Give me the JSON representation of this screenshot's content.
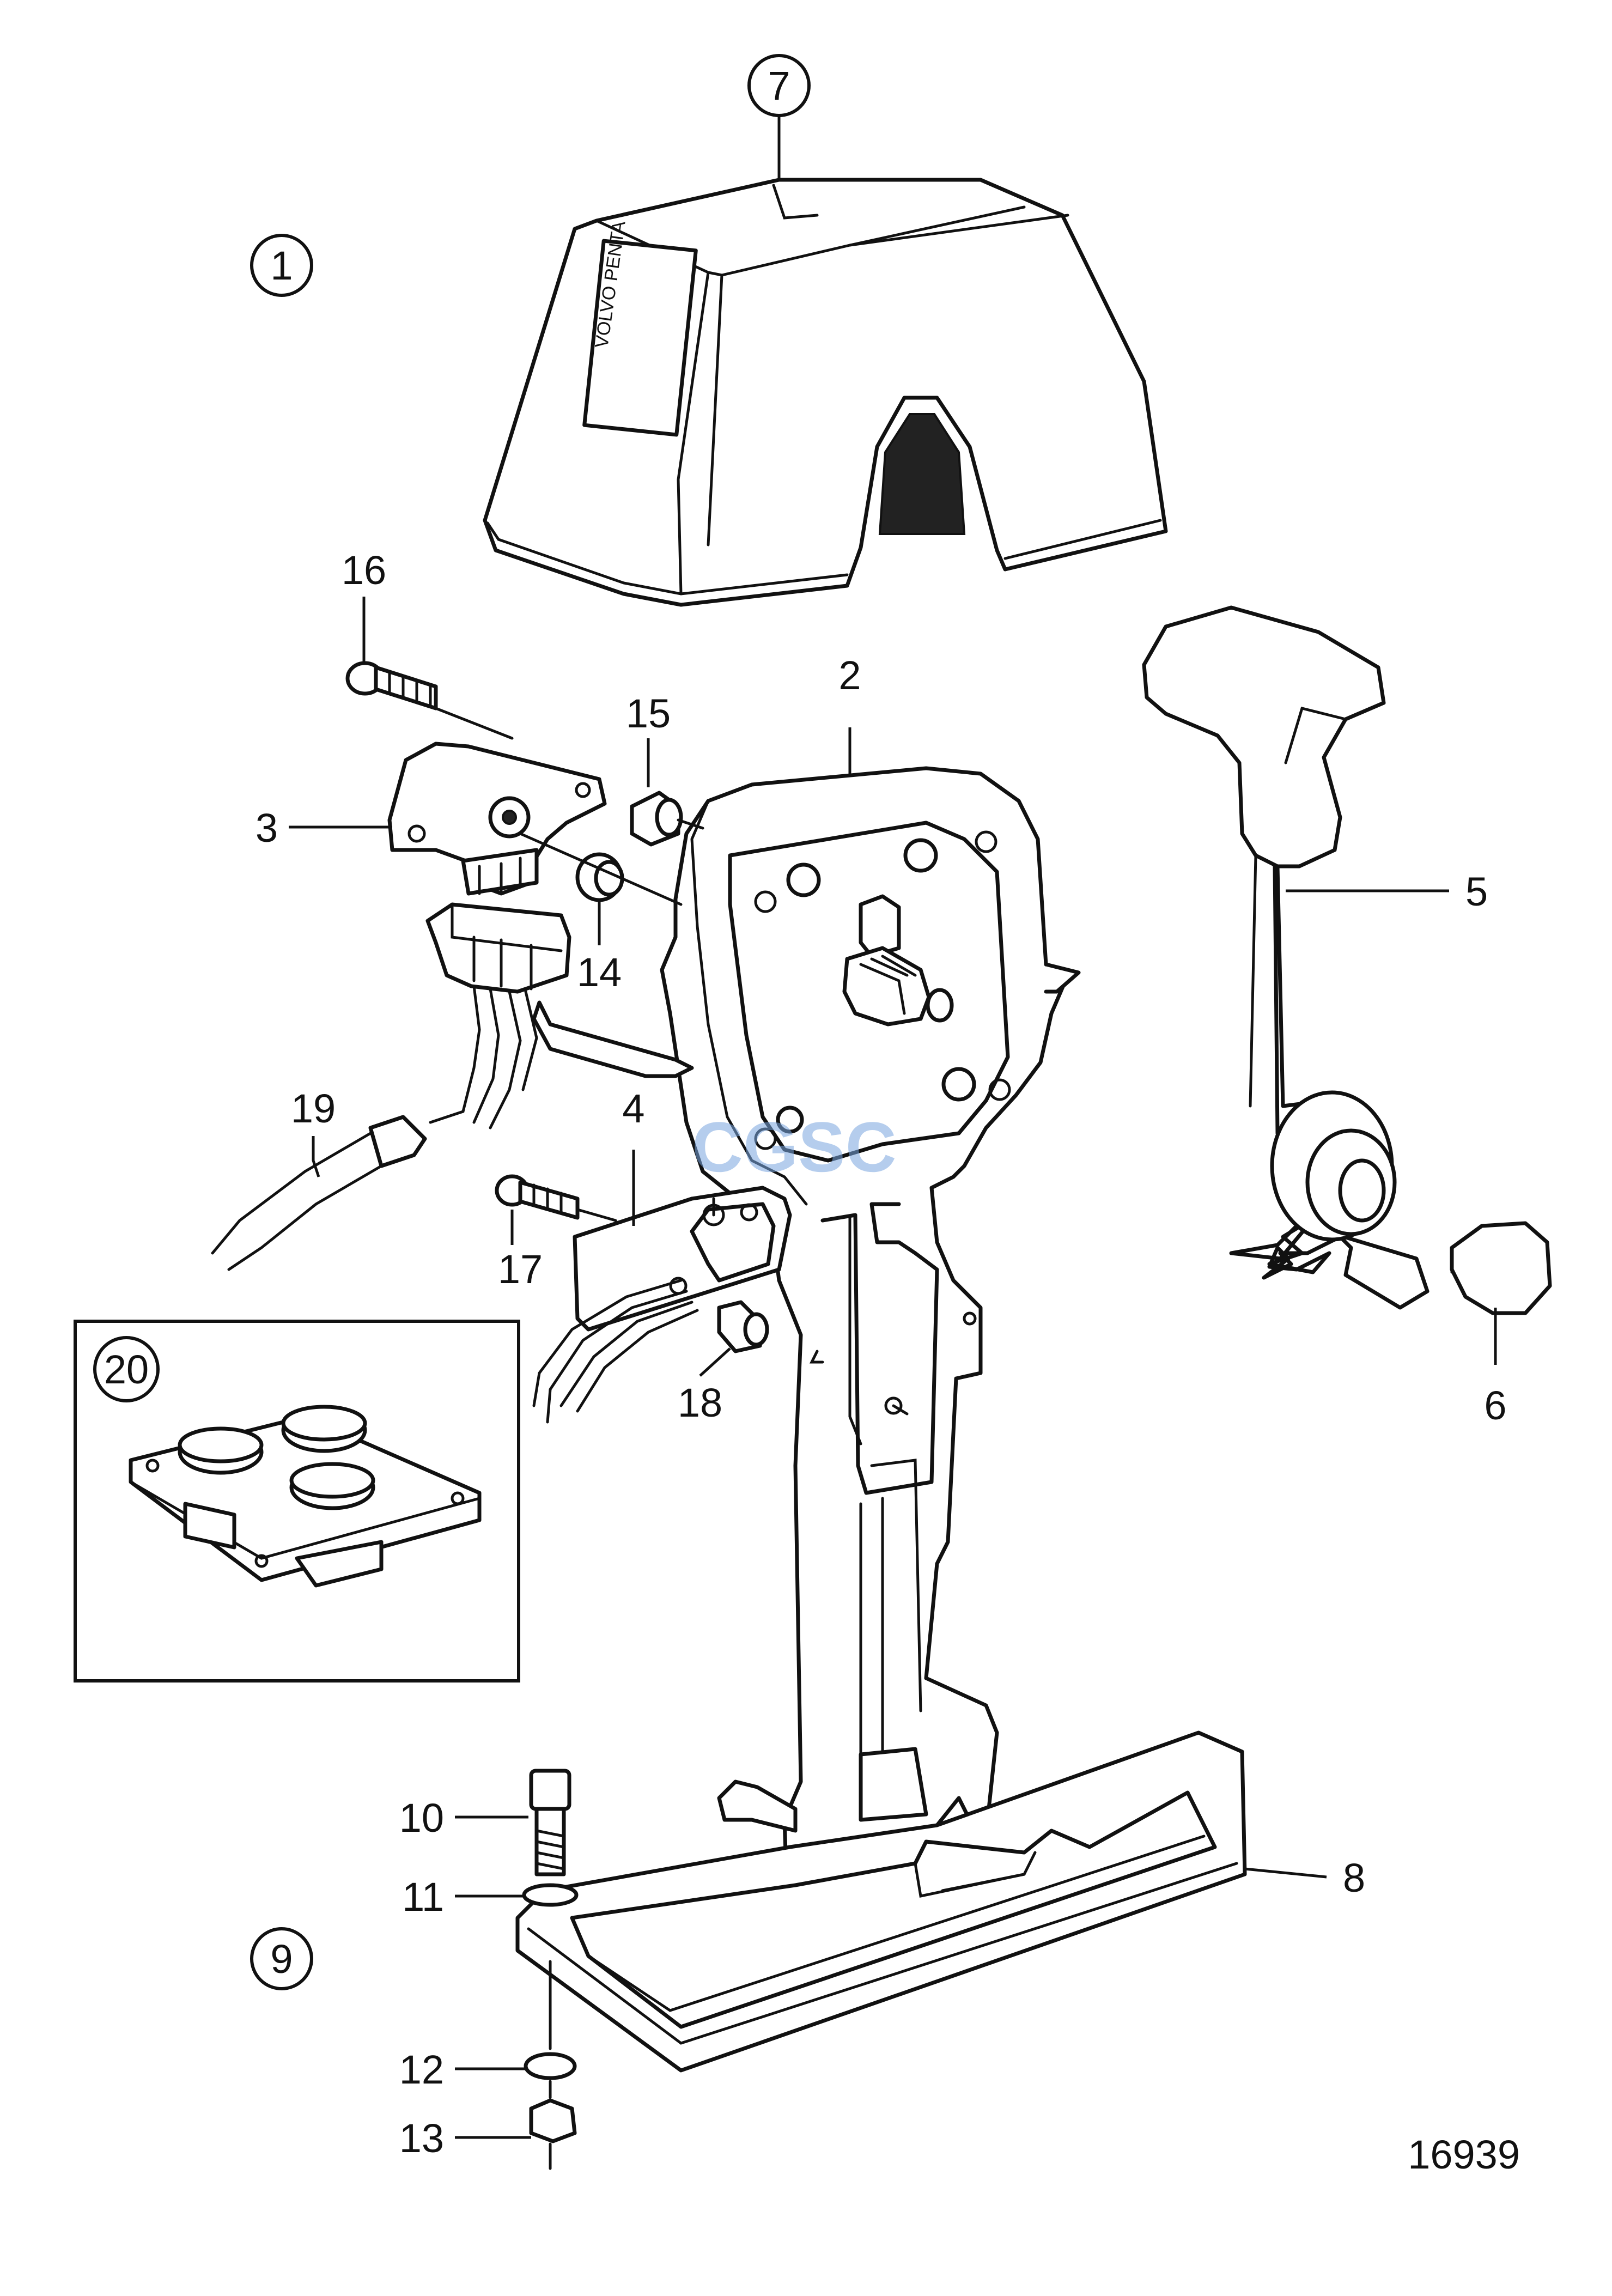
{
  "diagram": {
    "drawing_number": "16939",
    "cover_branding": "VOLVO PENTA",
    "watermark": "CGSC",
    "part_labels": {
      "p1": "1",
      "p2": "2",
      "p3": "3",
      "p4": "4",
      "p5": "5",
      "p6": "6",
      "p7": "7",
      "p8": "8",
      "p9": "9",
      "p10": "10",
      "p11": "11",
      "p12": "12",
      "p13": "13",
      "p14": "14",
      "p15": "15",
      "p16": "16",
      "p17": "17",
      "p18": "18",
      "p19": "19",
      "p20": "20"
    }
  }
}
